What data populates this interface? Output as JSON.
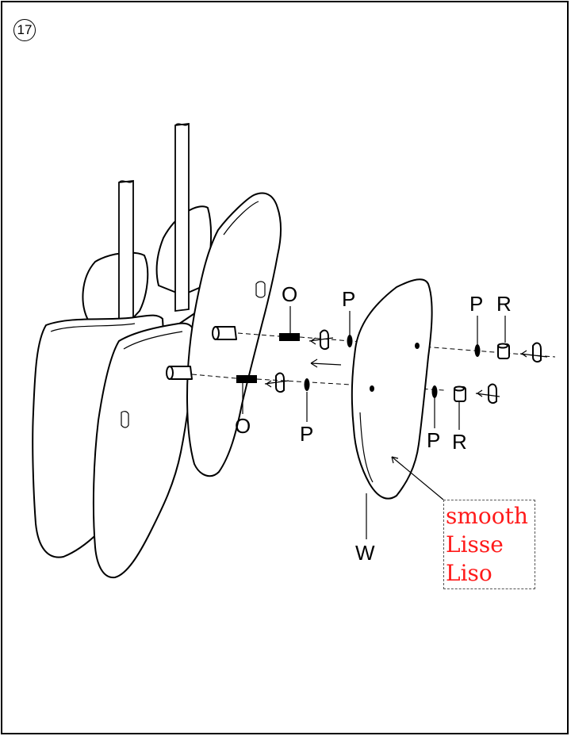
{
  "step": {
    "number": "17"
  },
  "part_labels": {
    "o_upper": "O",
    "o_lower": "O",
    "p_middle_upper": "P",
    "p_middle_lower": "P",
    "p_right_upper": "P",
    "p_right_lower": "P",
    "r_upper": "R",
    "r_lower": "R",
    "w_panel": "W"
  },
  "finish_note": {
    "lines": [
      "smooth",
      "Lisse",
      "Liso"
    ],
    "color": "#ff1a1a"
  }
}
